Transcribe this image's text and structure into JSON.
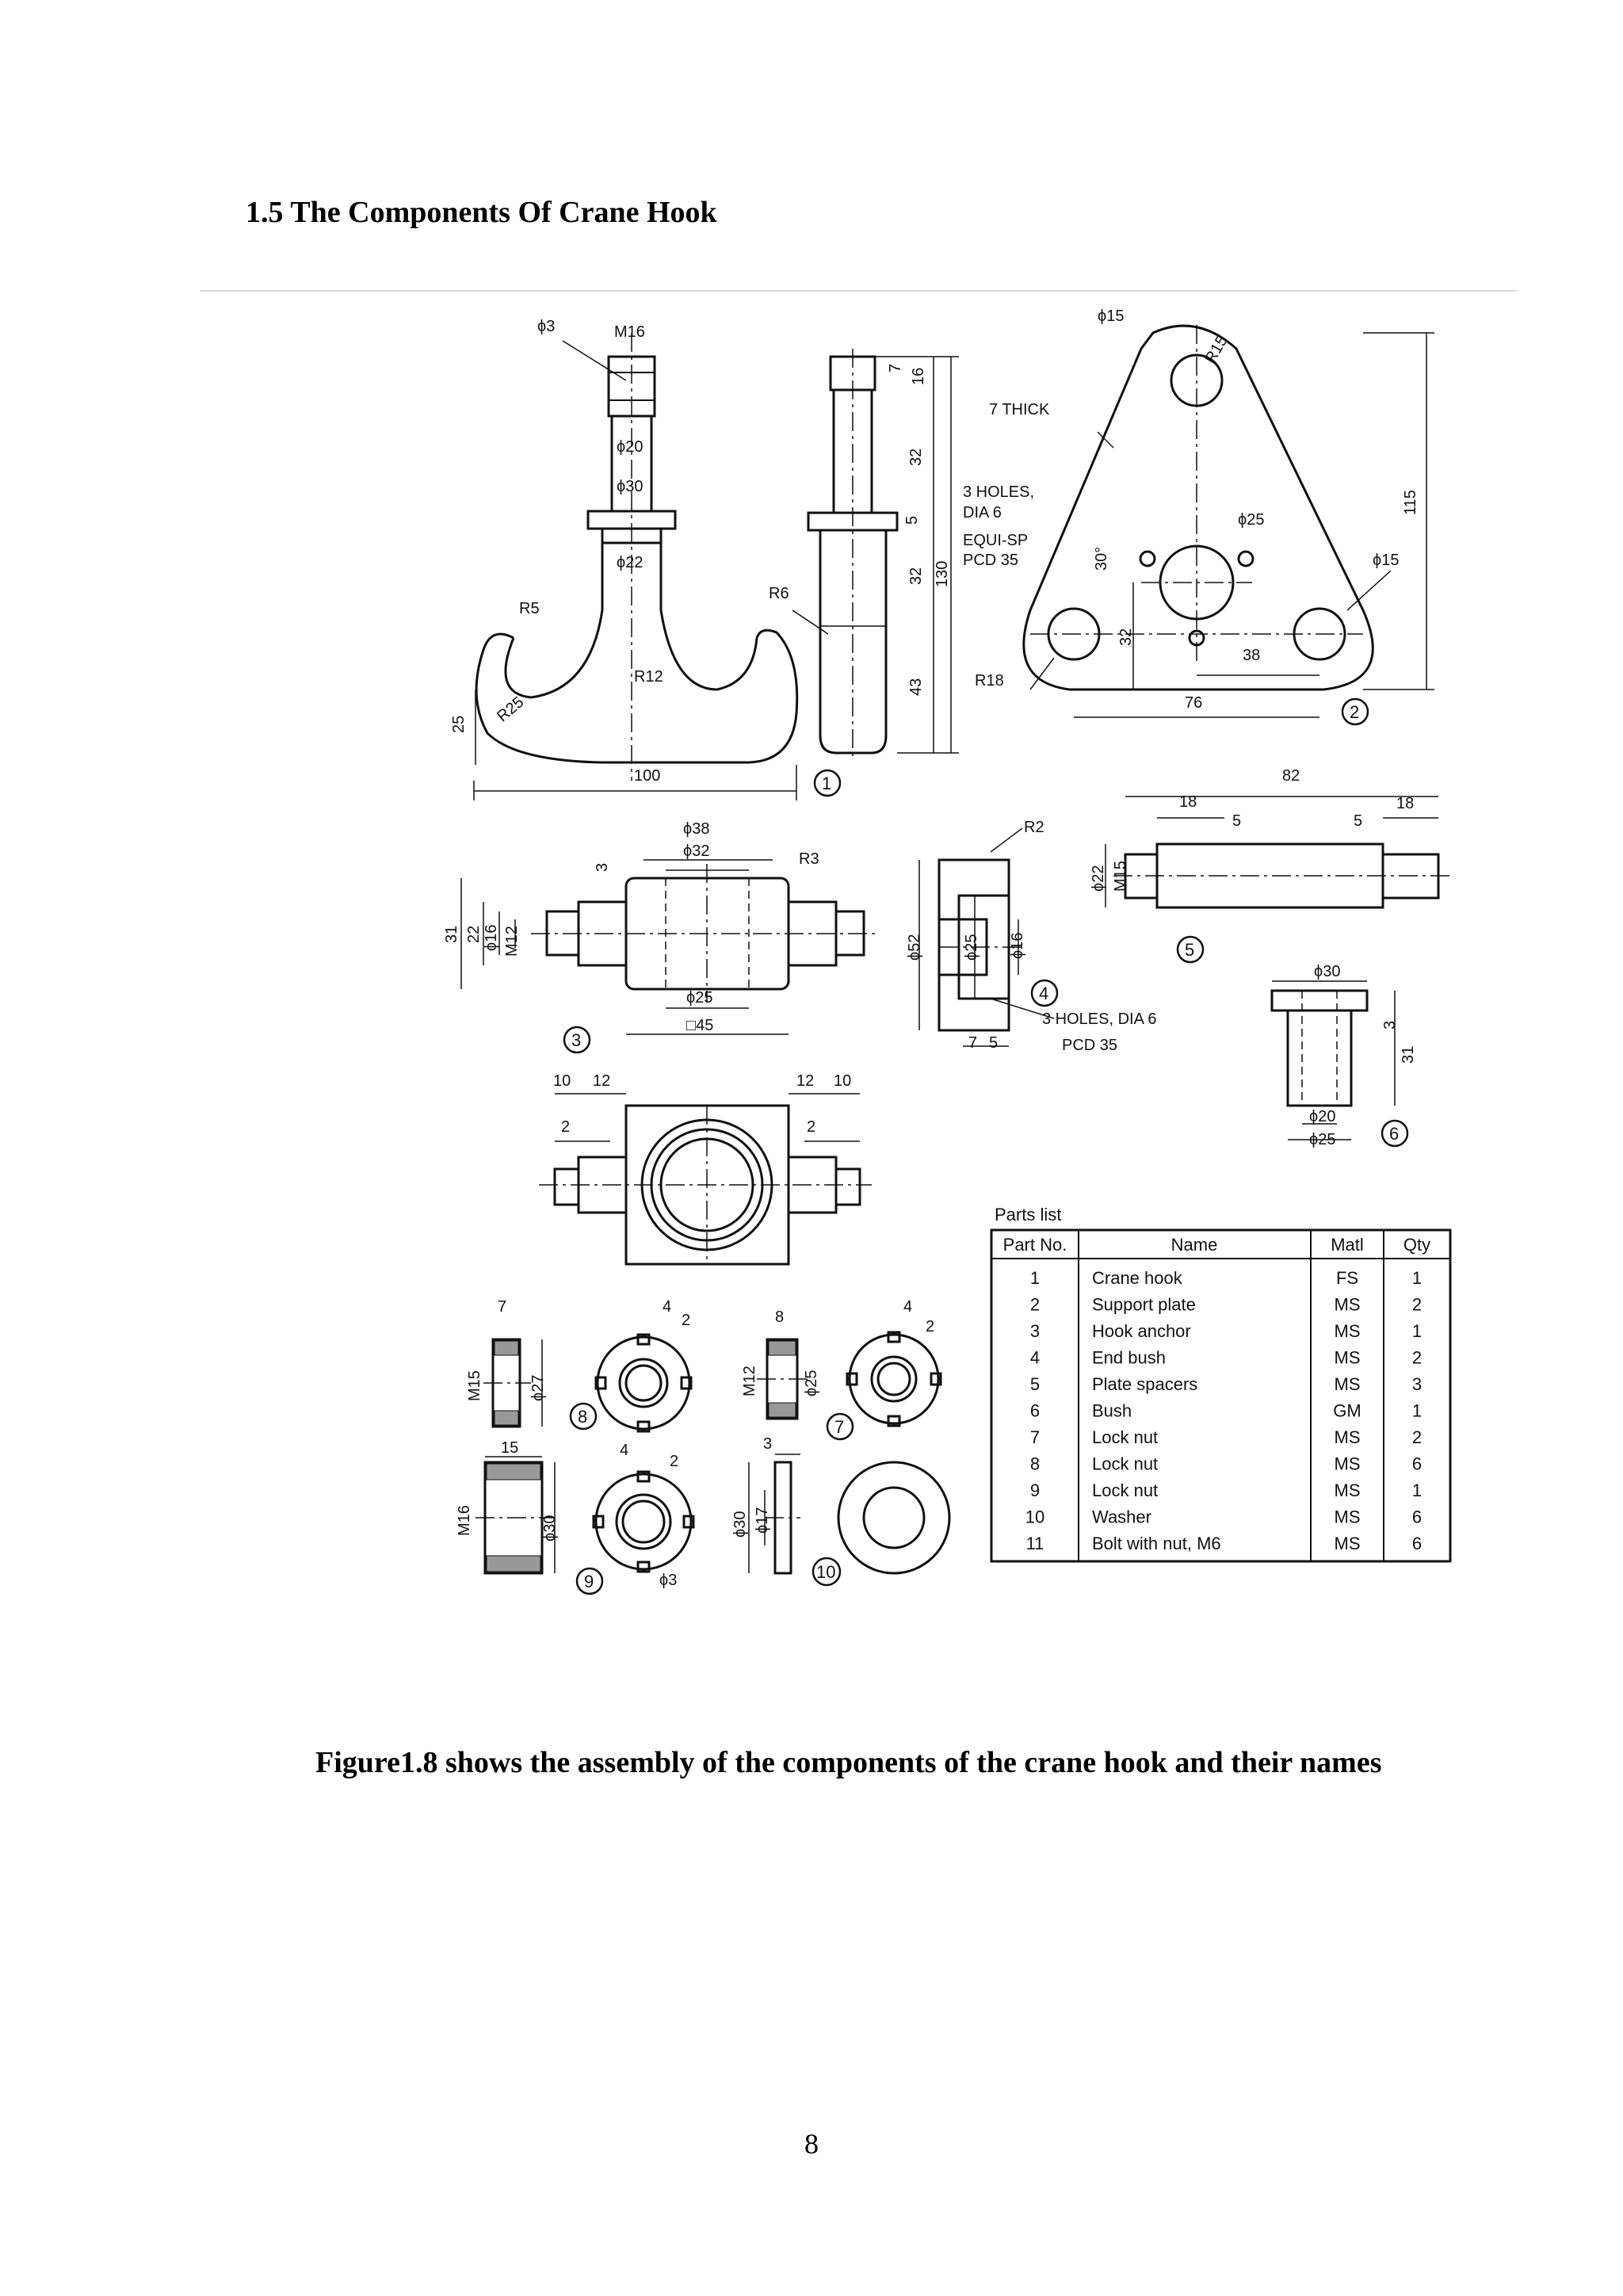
{
  "heading": "1.5 The Components Of Crane Hook",
  "caption": "Figure1.8 shows the assembly of the components of the crane hook and their names",
  "page_number": "8",
  "drawing": {
    "part1": {
      "number": "1",
      "labels": [
        "ϕ3",
        "M16",
        "ϕ20",
        "ϕ30",
        "ϕ22",
        "R5",
        "R25",
        "R12",
        "25",
        "100",
        "R6",
        "7",
        "16",
        "32",
        "5",
        "32",
        "130",
        "43"
      ]
    },
    "part2": {
      "number": "2",
      "labels": [
        "ϕ15",
        "R15",
        "7 THICK",
        "3 HOLES,",
        "DIA 6",
        "EQUI-SP",
        "PCD 35",
        "ϕ25",
        "30°",
        "ϕ15",
        "115",
        "32",
        "38",
        "R18",
        "76"
      ]
    },
    "part3": {
      "number": "3",
      "labels": [
        "ϕ38",
        "ϕ32",
        "R3",
        "3",
        "31",
        "22",
        "ϕ16",
        "M12",
        "ϕ25",
        "□45",
        "10",
        "12",
        "12",
        "10",
        "2",
        "2"
      ]
    },
    "part4": {
      "number": "4",
      "labels": [
        "R2",
        "ϕ52",
        "ϕ25",
        "ϕ16",
        "3 HOLES, DIA 6",
        "PCD 35",
        "7",
        "5"
      ]
    },
    "part5": {
      "number": "5",
      "labels": [
        "82",
        "18",
        "5",
        "5",
        "18",
        "ϕ22",
        "M15"
      ]
    },
    "part6": {
      "number": "6",
      "labels": [
        "ϕ30",
        "3",
        "31",
        "ϕ20",
        "ϕ25"
      ]
    },
    "part7": {
      "number": "7",
      "labels": [
        "8",
        "4",
        "2",
        "M12",
        "ϕ25"
      ]
    },
    "part8": {
      "number": "8",
      "labels": [
        "7",
        "4",
        "2",
        "M15",
        "ϕ27"
      ]
    },
    "part9": {
      "number": "9",
      "labels": [
        "15",
        "4",
        "2",
        "M16",
        "ϕ30",
        "ϕ3"
      ]
    },
    "part10": {
      "number": "10",
      "labels": [
        "3",
        "ϕ30",
        "ϕ17"
      ]
    }
  },
  "parts_list": {
    "title": "Parts list",
    "headers": [
      "Part No.",
      "Name",
      "Matl",
      "Qty"
    ],
    "rows": [
      [
        "1",
        "Crane hook",
        "FS",
        "1"
      ],
      [
        "2",
        "Support plate",
        "MS",
        "2"
      ],
      [
        "3",
        "Hook anchor",
        "MS",
        "1"
      ],
      [
        "4",
        "End bush",
        "MS",
        "2"
      ],
      [
        "5",
        "Plate spacers",
        "MS",
        "3"
      ],
      [
        "6",
        "Bush",
        "GM",
        "1"
      ],
      [
        "7",
        "Lock nut",
        "MS",
        "2"
      ],
      [
        "8",
        "Lock nut",
        "MS",
        "6"
      ],
      [
        "9",
        "Lock nut",
        "MS",
        "1"
      ],
      [
        "10",
        "Washer",
        "MS",
        "6"
      ],
      [
        "11",
        "Bolt with nut, M6",
        "MS",
        "6"
      ]
    ]
  }
}
